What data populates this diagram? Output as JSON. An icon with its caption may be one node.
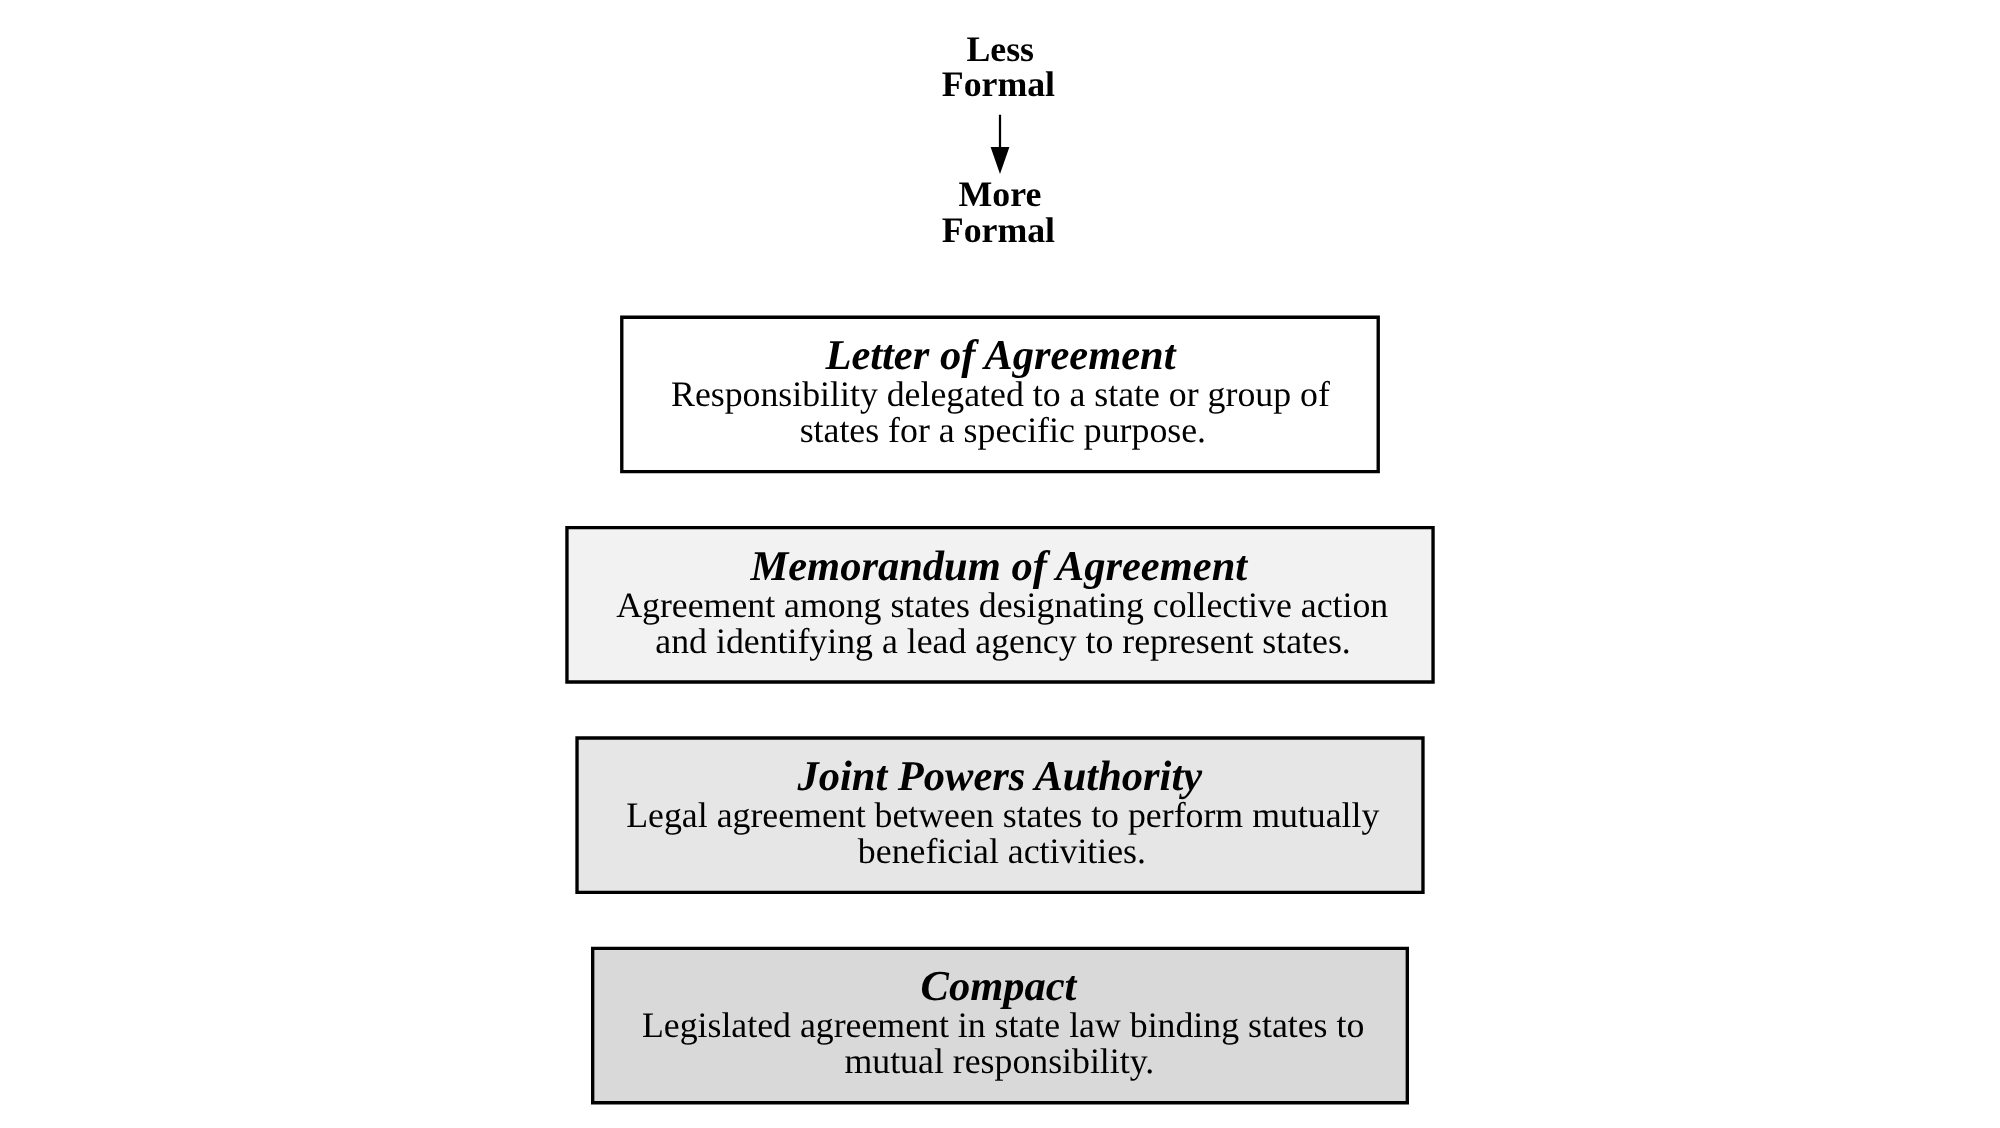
{
  "diagram": {
    "nodes": [
      {
        "text": [
          "Compact",
          "Legislated agreement in state law binding states to mutual responsibility."
        ]
      },
      {
        "text": [
          "Joint Powers Authority",
          "Legal agreement between states to perform mutually beneficial activities."
        ]
      },
      {
        "text": [
          "Memorandum of Agreement",
          "Agreement among states designating collective action and identifying a lead agency to represent states."
        ]
      },
      {
        "text": [
          "Letter of Agreement",
          "Responsibility delegated to a state or group of states for a specific purpose."
        ]
      },
      {
        "text": [
          "More Formal"
        ]
      },
      {
        "text": [
          "Less Formal"
        ]
      }
    ],
    "edges": [
      {
        "from": 5,
        "to": 4,
        "arrow": "to"
      }
    ]
  }
}
